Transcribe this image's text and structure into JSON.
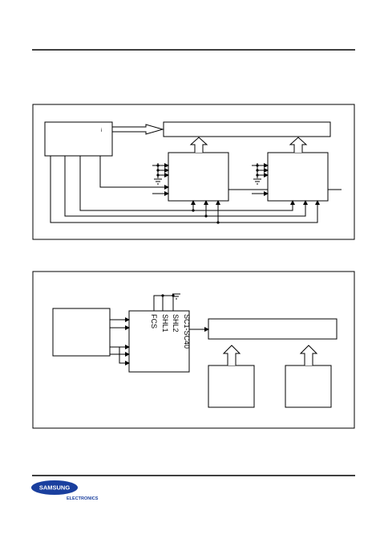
{
  "diagram2": {
    "pins": {
      "shl2": "SHL2",
      "shl1": "SHL1",
      "fcs": "FCS",
      "sc": "SC1-SC40"
    }
  },
  "logo": {
    "brand": "SAMSUNG",
    "tagline": "ELECTRONICS"
  },
  "colors": {
    "line": "#000000",
    "logo_blue": "#1a3f9e"
  }
}
